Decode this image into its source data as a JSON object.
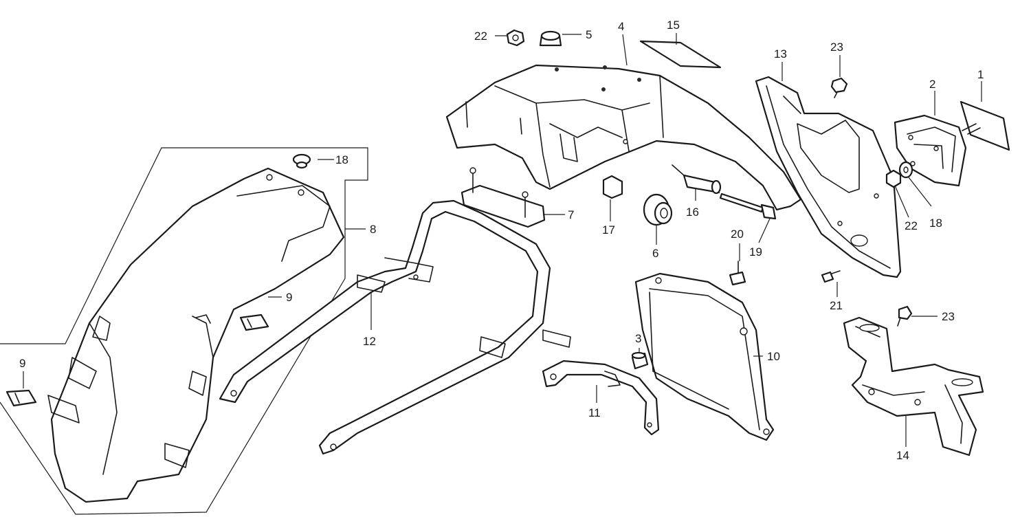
{
  "diagram": {
    "callouts": {
      "c1": "1",
      "c2": "2",
      "c3": "3",
      "c4": "4",
      "c5": "5",
      "c6": "6",
      "c7": "7",
      "c8": "8",
      "c9a": "9",
      "c9b": "9",
      "c10": "10",
      "c11": "11",
      "c12": "12",
      "c13": "13",
      "c14": "14",
      "c15": "15",
      "c16": "16",
      "c17": "17",
      "c18a": "18",
      "c18b": "18",
      "c19": "19",
      "c20": "20",
      "c21": "21",
      "c22a": "22",
      "c22b": "22",
      "c23a": "23",
      "c23b": "23"
    }
  }
}
